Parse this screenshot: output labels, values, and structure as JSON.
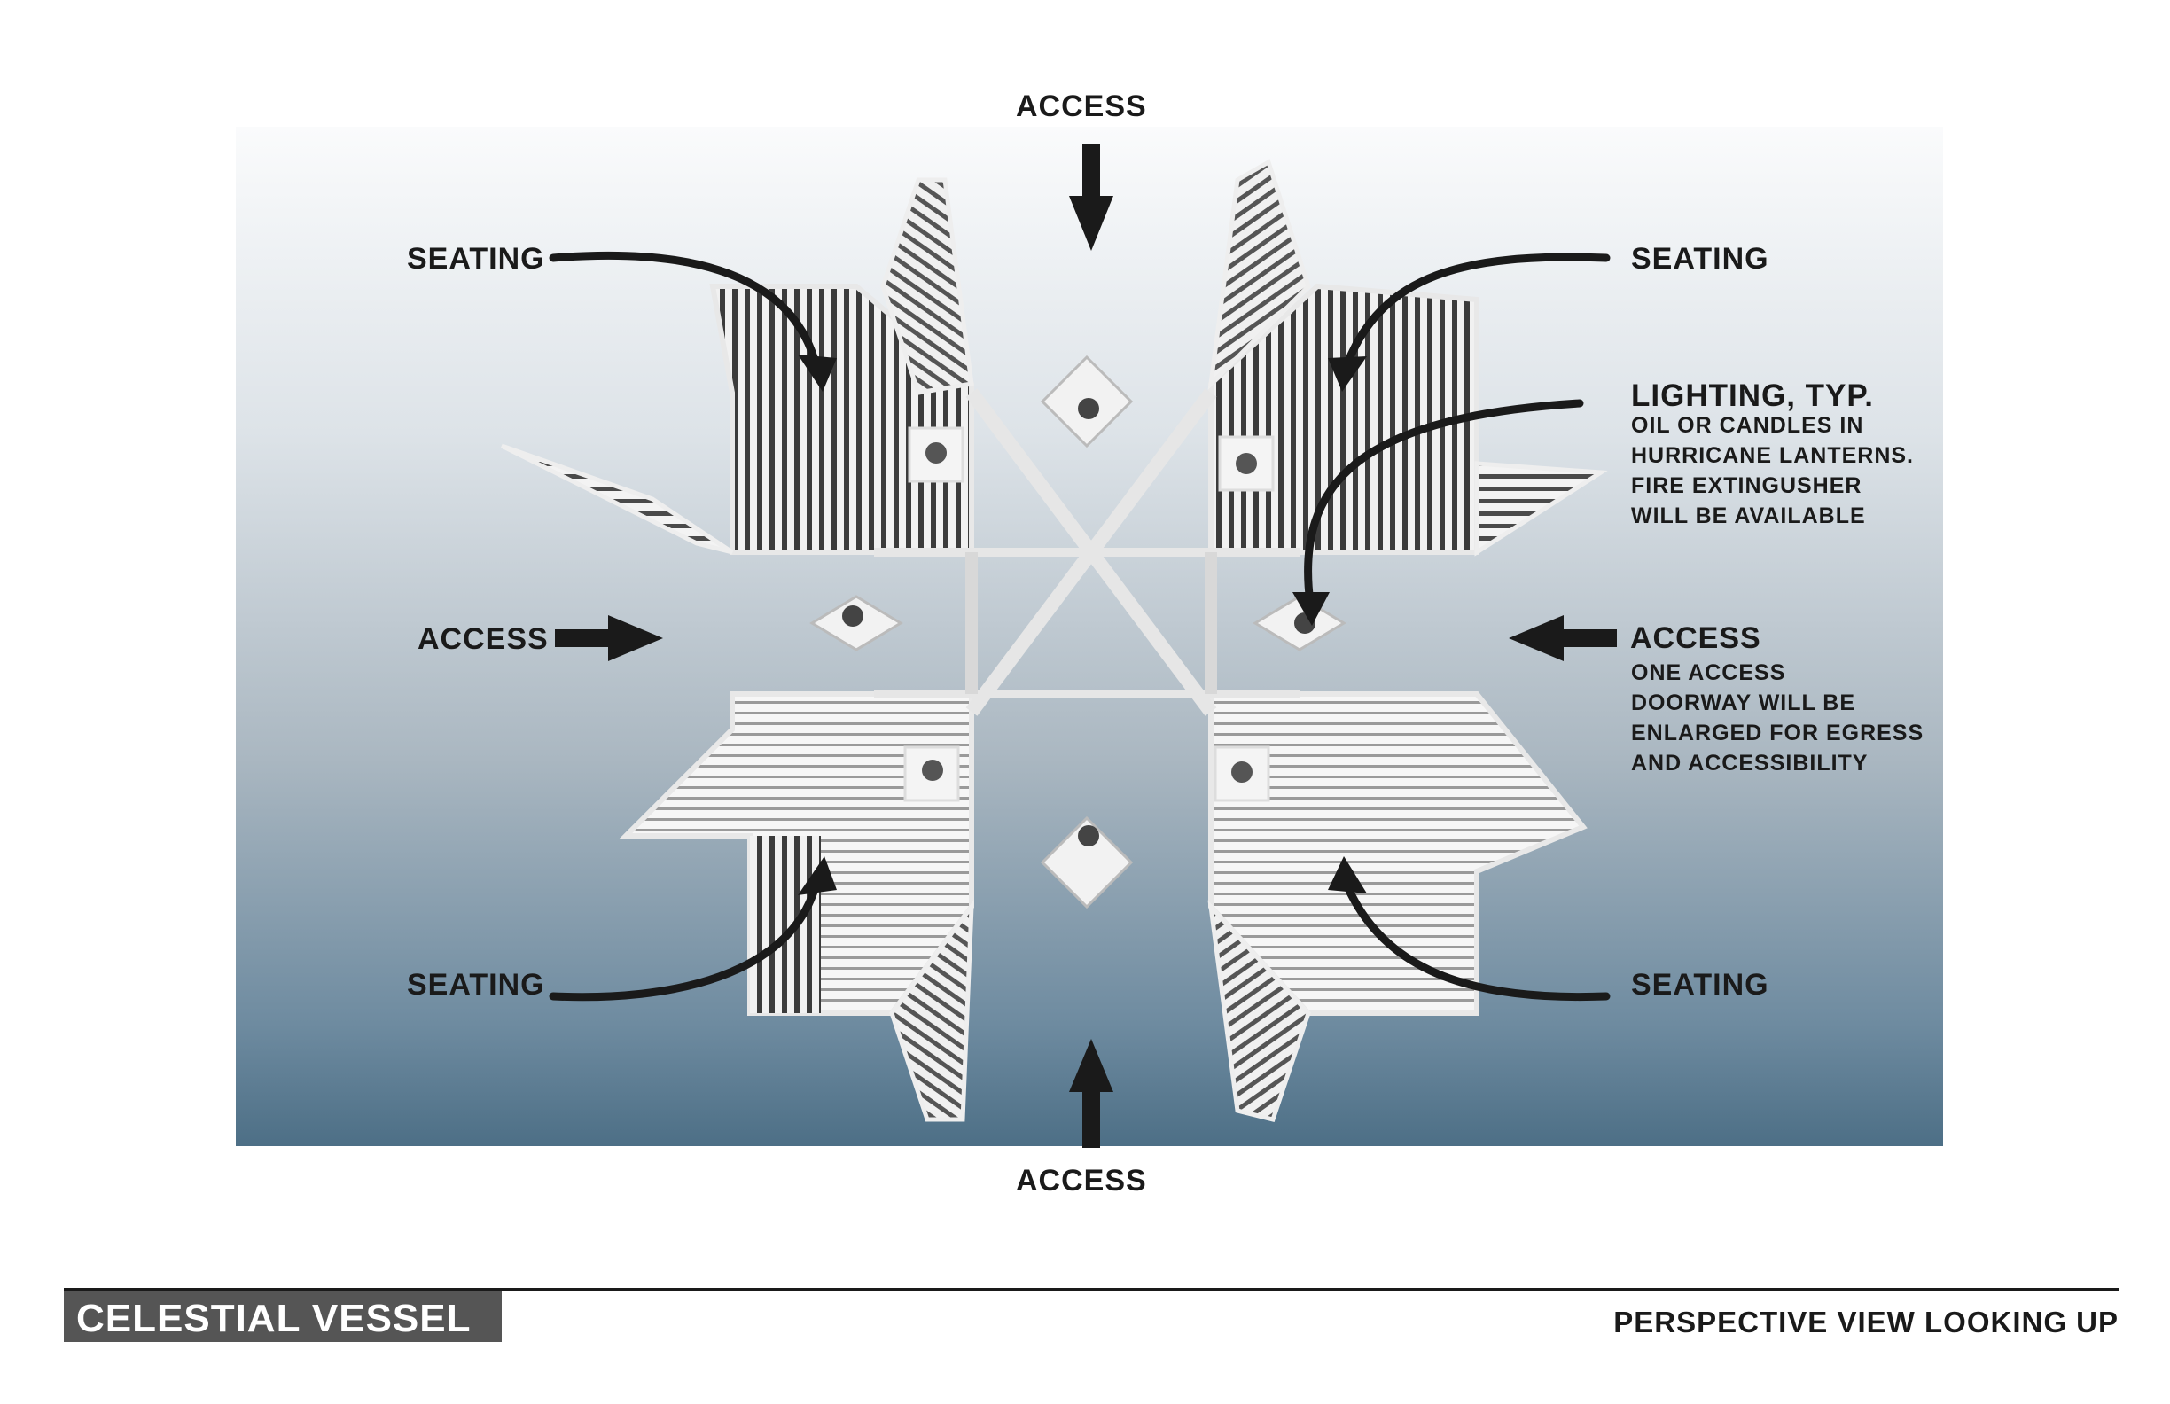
{
  "labels": {
    "access_top": "ACCESS",
    "access_bottom": "ACCESS",
    "access_left": "ACCESS",
    "access_right": "ACCESS",
    "access_right_note": [
      "ONE ACCESS",
      "DOORWAY WILL BE",
      "ENLARGED FOR EGRESS",
      "AND ACCESSIBILITY"
    ],
    "seating_tl": "SEATING",
    "seating_tr": "SEATING",
    "seating_bl": "SEATING",
    "seating_br": "SEATING",
    "lighting_title": "LIGHTING, TYP.",
    "lighting_note": [
      "OIL OR CANDLES IN",
      "HURRICANE LANTERNS.",
      "FIRE EXTINGUSHER",
      "WILL BE AVAILABLE"
    ]
  },
  "footer": {
    "title": "CELESTIAL VESSEL",
    "subtitle": "PERSPECTIVE VIEW LOOKING UP"
  },
  "colors": {
    "arrow": "#1a1a1a",
    "title_box": "#555555",
    "structure_light": "#f2f2f2",
    "structure_dark": "#3a3a3a"
  }
}
